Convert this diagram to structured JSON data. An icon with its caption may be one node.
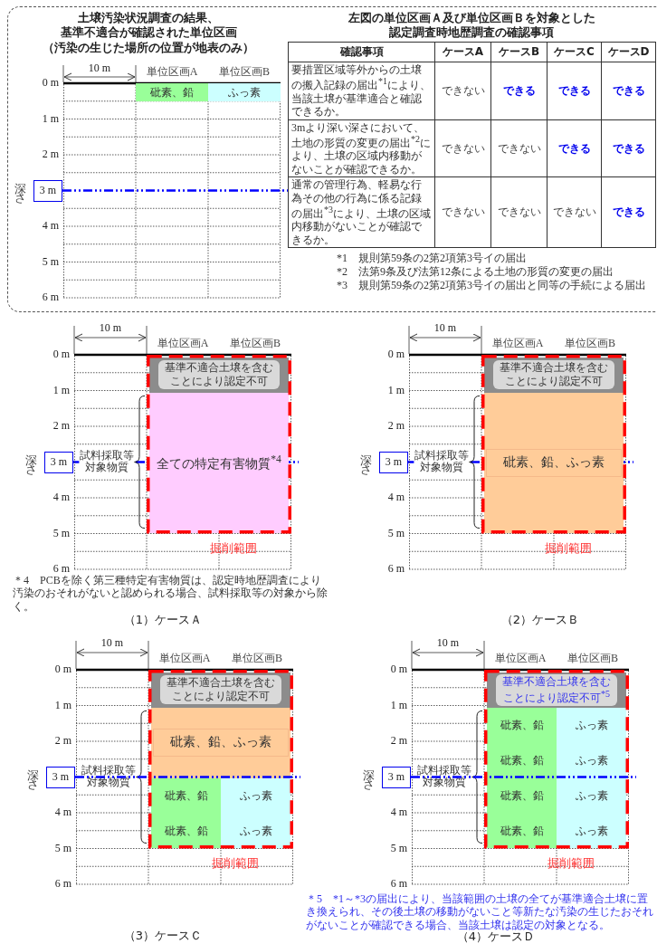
{
  "diagram": {
    "nodes": [
      {
        "text": [
          "3 m"
        ]
      },
      {
        "text": [
          "砒素、鉛"
        ]
      },
      {
        "text": [
          "ふっ素"
        ]
      },
      {
        "text": [
          "3 m"
        ]
      },
      {
        "text": [],
        "shape": "box",
        "beside": [
          "掘削範囲"
        ]
      },
      {
        "text": [
          "基準不適合土壌を含むことにより認定不可"
        ],
        "in": 4
      },
      {
        "text": [
          "全ての特定有害物質$^{*4}$"
        ],
        "in": 4
      },
      {
        "text": [
          "3 m"
        ]
      },
      {
        "text": [],
        "shape": "box",
        "beside": [
          "掘削範囲"
        ]
      },
      {
        "text": [
          "基準不適合土壌を含むことにより認定不可"
        ],
        "in": 8
      },
      {
        "text": [
          "砒素、鉛、ふっ素"
        ],
        "in": 8
      },
      {
        "text": [
          "3 m"
        ]
      },
      {
        "text": [],
        "shape": "box",
        "beside": [
          "掘削範囲"
        ]
      },
      {
        "text": [
          "基準不適合土壌を含むことにより認定不可"
        ],
        "in": 12
      },
      {
        "text": [
          "砒素、鉛、ふっ素"
        ],
        "in": 12
      },
      {
        "text": [
          "砒素、鉛"
        ],
        "in": 12
      },
      {
        "text": [
          "ふっ素"
        ],
        "in": 12
      },
      {
        "text": [
          "砒素、鉛"
        ],
        "in": 12
      },
      {
        "text": [
          "ふっ素"
        ],
        "in": 12
      },
      {
        "text": [
          "3 m"
        ]
      },
      {
        "text": [],
        "shape": "box",
        "beside": [
          "掘削範囲"
        ]
      },
      {
        "text": [
          "基準不適合土壌を含むことにより認定不可$^{*5}$"
        ],
        "in": 20
      },
      {
        "text": [
          "砒素、鉛"
        ],
        "in": 20
      },
      {
        "text": [
          "ふっ素"
        ],
        "in": 20
      },
      {
        "text": [
          "砒素、鉛"
        ],
        "in": 20
      },
      {
        "text": [
          "ふっ素"
        ],
        "in": 20
      },
      {
        "text": [
          "砒素、鉛"
        ],
        "in": 20
      },
      {
        "text": [
          "ふっ素"
        ],
        "in": 20
      },
      {
        "text": [
          "砒素、鉛"
        ],
        "in": 20
      },
      {
        "text": [
          "ふっ素"
        ],
        "in": 20
      }
    ],
    "labels": [
      "土壌汚染状況調査の結果、基準不適合が確認された単位区画（汚染の生じた場所の位置が地表のみ）",
      "10 m",
      "単位区画A",
      "単位区画B",
      "0 m",
      "1 m",
      "2 m",
      "4 m",
      "5 m",
      "6 m",
      "深さ",
      "左図の単位区画Ａ及び単位区画Ｂを対象とした認定調査時地歴調査の確認事項",
      "確認事項",
      "ケースA",
      "ケースB",
      "ケースC",
      "ケースD",
      "要措置区域等外からの土壌の搬入記録の届出$^{*1}$により、当該土壌が基準適合と確認できるか。",
      "できない",
      "できる",
      "できる",
      "できる",
      "3mより深い深さにおいて、土地の形質の変更の届出$^{*2}$により、土壌の区域内移動がないことが確認できるか。",
      "できない",
      "できない",
      "できる",
      "できる",
      "通常の管理行為、軽易な行為その他の行為に係る記録の届出$^{*3}$により、土壌の区域内移動がないことが確認できるか。",
      "できない",
      "できない",
      "できない",
      "できる",
      "*1　規則第59条の2第2項第3号イの届出",
      "*2　法第9条及び法第12条による土地の形質の変更の届出",
      "*3　規則第59条の2第2項第3号イの届出と同等の手続による届出",
      "10 m",
      "単位区画A",
      "単位区画B",
      "0 m",
      "1 m",
      "2 m",
      "4 m",
      "5 m",
      "6 m",
      "深さ",
      "試料採取等対象物質",
      "＊4　PCBを除く第三種特定有害物質は、認定時地歴調査により汚染のおそれがないと認められる場合、試料採取等の対象から除く。",
      "（1）ケースＡ",
      "10 m",
      "単位区画A",
      "単位区画B",
      "0 m",
      "1 m",
      "2 m",
      "4 m",
      "5 m",
      "6 m",
      "深さ",
      "試料採取等対象物質",
      "（2）ケースＢ",
      "10 m",
      "単位区画A",
      "単位区画B",
      "0 m",
      "1 m",
      "2 m",
      "4 m",
      "5 m",
      "6 m",
      "深さ",
      "試料採取等対象物質",
      "（3）ケースＣ",
      "10 m",
      "単位区画A",
      "単位区画B",
      "0 m",
      "1 m",
      "2 m",
      "4 m",
      "5 m",
      "6 m",
      "深さ",
      "試料採取等対象物質",
      "＊5　*1～*3の届出により、当該範囲の土壌の全てが基準適合土壌に置き換えられ、その後土壌の移動がないこと等新たな汚染の生じたおそれがないことが確認できる場合、当該土壌は認定の対象となる。",
      "（4）ケースＤ"
    ]
  }
}
